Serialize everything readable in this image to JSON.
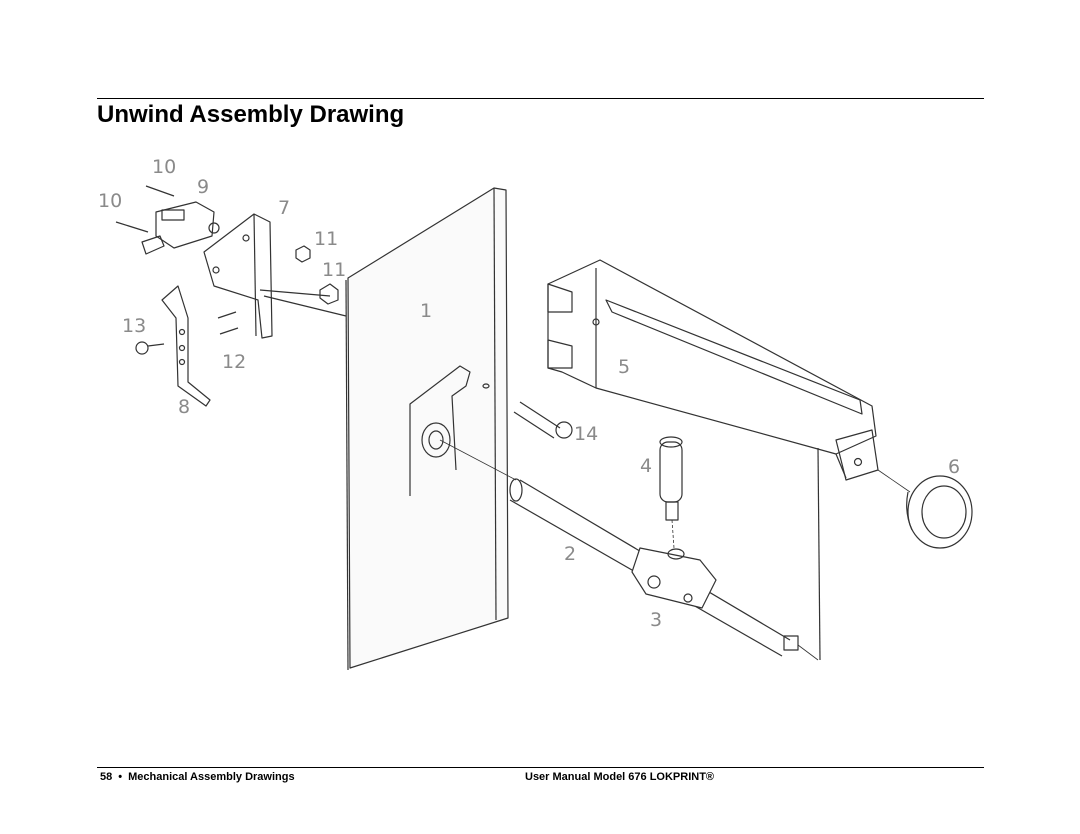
{
  "header": {
    "title": "Unwind Assembly Drawing"
  },
  "drawing": {
    "callouts": [
      "10",
      "9",
      "10",
      "7",
      "11",
      "11",
      "13",
      "1",
      "12",
      "8",
      "5",
      "14",
      "4",
      "6",
      "2",
      "3"
    ]
  },
  "footer": {
    "page_number": "58",
    "bullet": "•",
    "section": "Mechanical Assembly Drawings",
    "manual": "User Manual Model 676 LOKPRINT®"
  }
}
